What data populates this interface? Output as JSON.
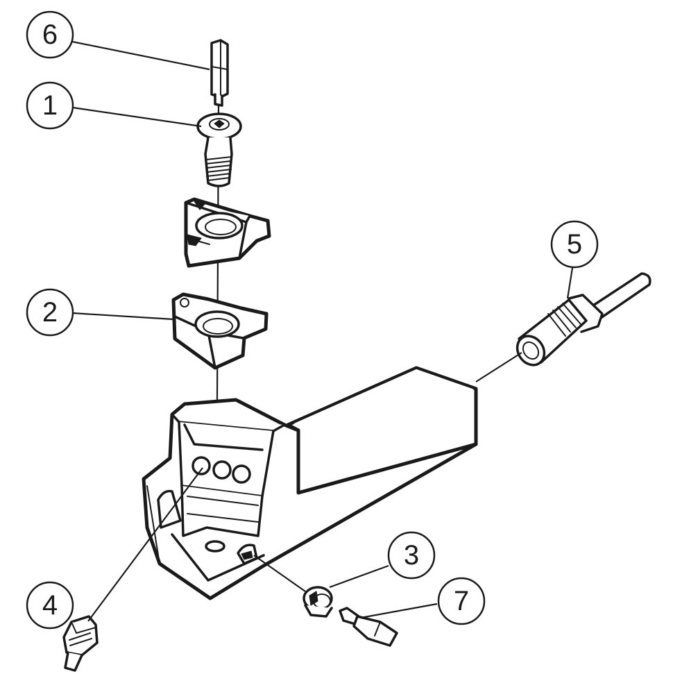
{
  "diagram": {
    "callouts": [
      {
        "id": "screw",
        "label": "6"
      },
      {
        "id": "clamp-screw",
        "label": "1"
      },
      {
        "id": "shim",
        "label": "2"
      },
      {
        "id": "shim-screw",
        "label": "3"
      },
      {
        "id": "coolant-plug",
        "label": "4"
      },
      {
        "id": "coolant-nozzle",
        "label": "5"
      },
      {
        "id": "key",
        "label": "7"
      }
    ],
    "colors": {
      "ink": "#1a1a1a",
      "paper": "#ffffff"
    }
  }
}
